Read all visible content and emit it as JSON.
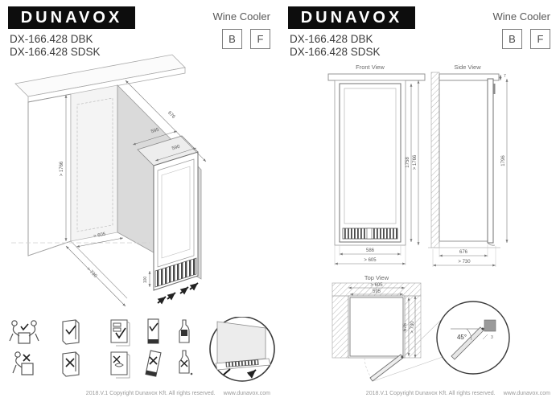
{
  "header": {
    "brand": "DUNAVOX",
    "product_type": "Wine Cooler",
    "model_1": "DX-166.428 DBK",
    "model_2": "DX-166.428 SDSK",
    "badge_b": "B",
    "badge_f": "F"
  },
  "footer": {
    "copyright": "2018.V.1 Copyright Dunavox Kft. All rights reserved.",
    "website": "www.dunavox.com"
  },
  "iso_view": {
    "dim_top_width": "595",
    "dim_top_depth": "676",
    "dim_door_width": "590",
    "dim_niche_height": "> 1766",
    "dim_niche_depth": "> 730",
    "dim_niche_width": "> 605",
    "dim_plinth_height": "100"
  },
  "front_view": {
    "title": "Front View",
    "dim_height": "1758",
    "dim_niche_height": "> 1766",
    "dim_width": "586",
    "dim_niche_width": "> 605"
  },
  "side_view": {
    "title": "Side View",
    "dim_top_gap": "7",
    "dim_height": "1796",
    "dim_depth": "676",
    "dim_niche_depth": "> 730"
  },
  "top_view": {
    "title": "Top View",
    "dim_niche_width": "> 605",
    "dim_width": "595",
    "dim_depth": "676",
    "dim_niche_depth": "> 730",
    "door_angle": "45°",
    "dim_door_gap": "3"
  }
}
